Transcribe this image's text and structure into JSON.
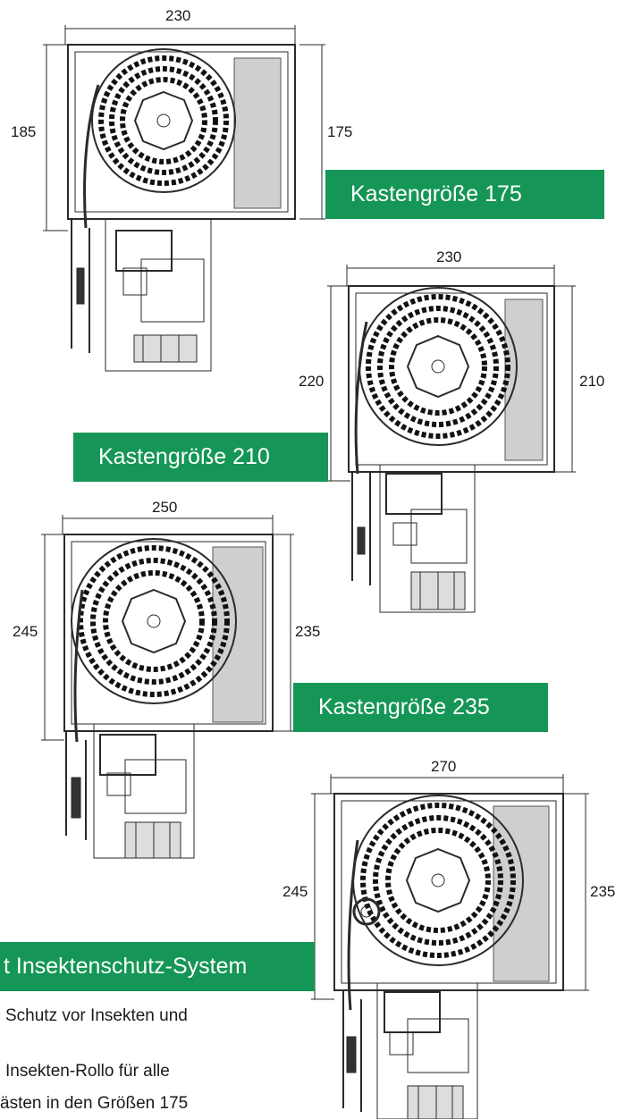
{
  "colors": {
    "banner_green": "#159656",
    "line": "#2a2a2a",
    "text": "#1a1a1a"
  },
  "diagrams": [
    {
      "width_dim": "230",
      "left_height_dim": "185",
      "right_height_dim": "175",
      "banner": "Kastengröße 175"
    },
    {
      "width_dim": "230",
      "left_height_dim": "220",
      "right_height_dim": "210",
      "banner": "Kastengröße 210"
    },
    {
      "width_dim": "250",
      "left_height_dim": "245",
      "right_height_dim": "235",
      "banner": "Kastengröße 235"
    },
    {
      "width_dim": "270",
      "left_height_dim": "245",
      "right_height_dim": "235",
      "banner": "t Insektenschutz-System"
    }
  ],
  "body_text": {
    "line1": "Schutz vor Insekten und",
    "line2": "Insekten-Rollo für alle",
    "line3": "ästen in den Größen 175"
  }
}
